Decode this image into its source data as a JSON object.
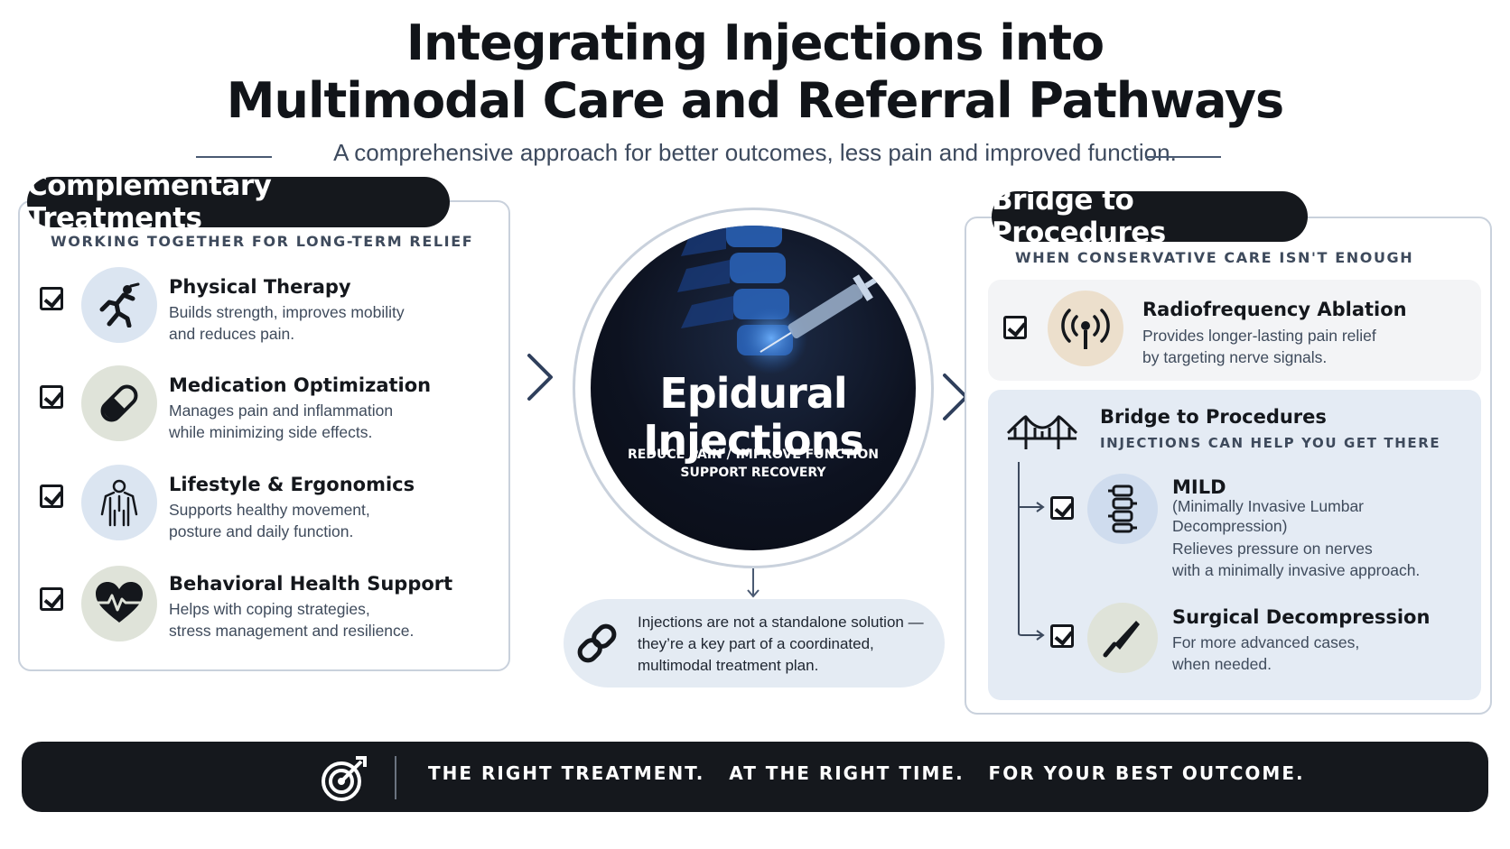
{
  "header": {
    "title_line1": "Integrating Injections into",
    "title_line2": "Multimodal Care and Referral Pathways",
    "subtitle": "A comprehensive approach for better outcomes, less pain and improved function."
  },
  "left_panel": {
    "heading": "Complementary Treatments",
    "caption": "WORKING TOGETHER FOR LONG-TERM RELIEF",
    "items": [
      {
        "title": "Physical Therapy",
        "desc1": "Builds strength, improves mobility",
        "desc2": "and reduces pain.",
        "icon": "exercise-icon",
        "checked": true
      },
      {
        "title": "Medication Optimization",
        "desc1": "Manages pain and inflammation",
        "desc2": "while minimizing side effects.",
        "icon": "pill-icon",
        "checked": true
      },
      {
        "title": "Lifestyle & Ergonomics",
        "desc1": "Supports healthy movement,",
        "desc2": "posture and daily function.",
        "icon": "body-icon",
        "checked": true
      },
      {
        "title": "Behavioral Health Support",
        "desc1": "Helps with coping strategies,",
        "desc2": "stress management and resilience.",
        "icon": "heart-pulse-icon",
        "checked": true
      }
    ]
  },
  "center": {
    "title_line1": "Epidural",
    "title_line2": "Injections",
    "tagline1": "REDUCE PAIN  /  IMPROVE FUNCTION",
    "tagline2": "SUPPORT RECOVERY",
    "note": "Injections are not a standalone solution — they’re a key part of a coordinated, multimodal treatment plan.",
    "note_icon": "link-icon"
  },
  "right_panel": {
    "heading": "Bridge to Procedures",
    "caption": "WHEN CONSERVATIVE CARE ISN'T ENOUGH",
    "rfa": {
      "title": "Radiofrequency Ablation",
      "desc1": "Provides longer-lasting pain relief",
      "desc2": "by targeting nerve signals.",
      "icon": "radio-signal-icon"
    },
    "bridge": {
      "title": "Bridge to Procedures",
      "caption": "INJECTIONS CAN HELP YOU GET THERE",
      "icon": "bridge-icon",
      "items": [
        {
          "title": "MILD",
          "subtitle1": "(Minimally Invasive Lumbar",
          "subtitle2": "Decompression)",
          "desc1": "Relieves pressure on nerves",
          "desc2": "with a minimally invasive approach.",
          "icon": "spine-icon"
        },
        {
          "title": "Surgical Decompression",
          "desc1": "For more advanced cases,",
          "desc2": "when needed.",
          "icon": "scalpel-icon"
        }
      ]
    }
  },
  "footer": {
    "text": "THE RIGHT TREATMENT.   AT THE RIGHT TIME.   FOR YOUR BEST OUTCOME.",
    "icon": "target-icon"
  },
  "colors": {
    "dark": "#15181d",
    "panel_border": "#c9d1dc",
    "accent_blue": "#2f3f5c",
    "soft_blue": "#e4ebf4"
  }
}
